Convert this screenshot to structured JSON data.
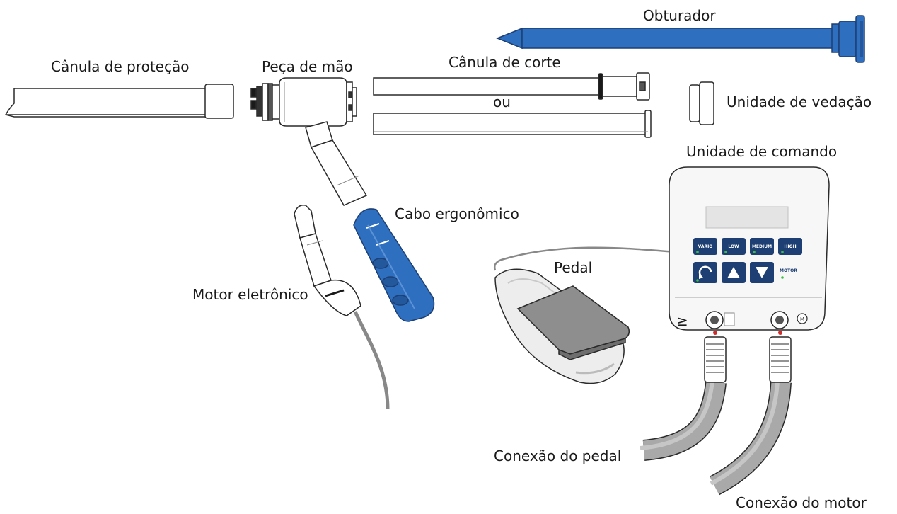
{
  "labels": {
    "obturador": "Obturador",
    "canula_protecao": "Cânula de proteção",
    "peca_mao": "Peça de mão",
    "canula_corte": "Cânula de corte",
    "ou": "ou",
    "unidade_vedacao": "Unidade de vedação",
    "unidade_comando": "Unidade de comando",
    "cabo_ergonomico": "Cabo ergonômico",
    "pedal": "Pedal",
    "motor_eletronico": "Motor eletrônico",
    "conexao_pedal": "Conexão do pedal",
    "conexao_motor": "Conexão do motor"
  },
  "control_unit": {
    "keys": [
      "VARIO",
      "LOW",
      "MEDIUM",
      "HIGH"
    ],
    "motor_label": "MOTOR"
  },
  "colors": {
    "blue": "#2f6fc0",
    "navy": "#1d3f73",
    "outline": "#2a2a2a",
    "cable": "#a9a9a9",
    "led": "#3cbf3c"
  }
}
